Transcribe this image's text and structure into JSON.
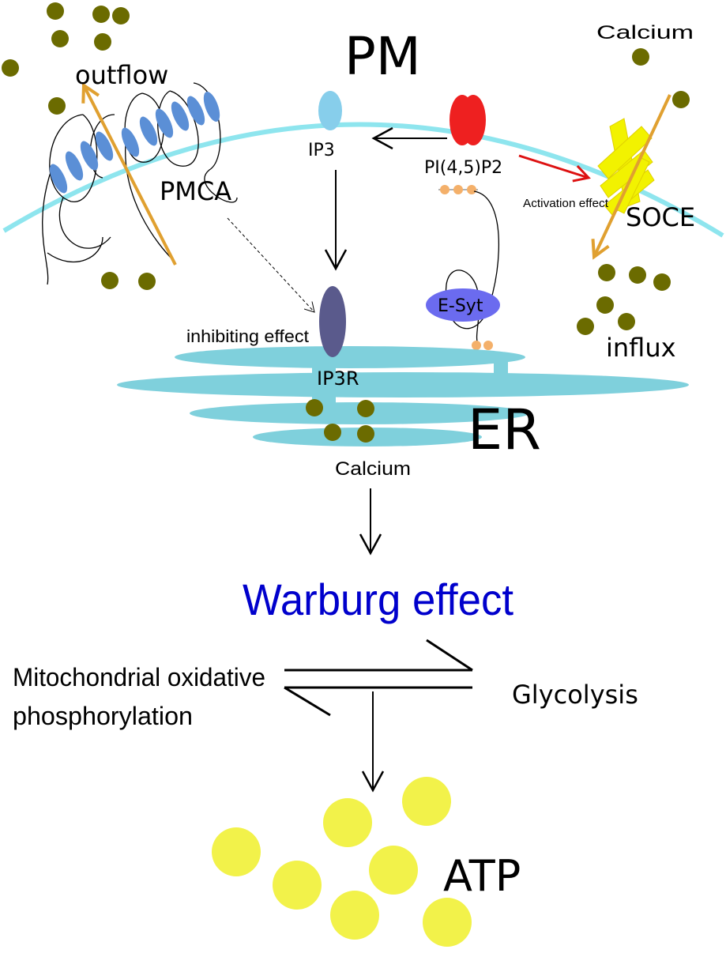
{
  "labels": {
    "pm": "PM",
    "calcium_top": "Calcium",
    "outflow": "outflow",
    "ip3": "IP3",
    "pip2": "PI(4,5)P2",
    "pmca": "PMCA",
    "activation_effect": "Activation effect",
    "soce": "SOCE",
    "inhibiting_effect": "inhibiting effect",
    "esyt": "E-Syt",
    "influx": "influx",
    "ip3r": "IP3R",
    "er": "ER",
    "calcium_er": "Calcium",
    "warburg": "Warburg effect",
    "mito_line1": "Mitochondrial oxidative",
    "mito_line2": "phosphorylation",
    "glycolysis": "Glycolysis",
    "atp": "ATP"
  },
  "colors": {
    "calcium_dot": "#6b6b00",
    "membrane": "#8ee5ee",
    "pmca_segment": "#5b8fd6",
    "ip3": "#87ceeb",
    "pip2": "#ee2020",
    "soce": "#f2f200",
    "ip3r": "#5a5a8c",
    "esyt": "#6b6bef",
    "lipid": "#f4b06a",
    "er": "#7fd0dc",
    "flow_arrow": "#e0a030",
    "activation_arrow": "#dd1111",
    "warburg_text": "#0000cc",
    "atp": "#f2f24a"
  },
  "icons": {
    "calcium": "filled-circle",
    "atp": "filled-circle"
  }
}
